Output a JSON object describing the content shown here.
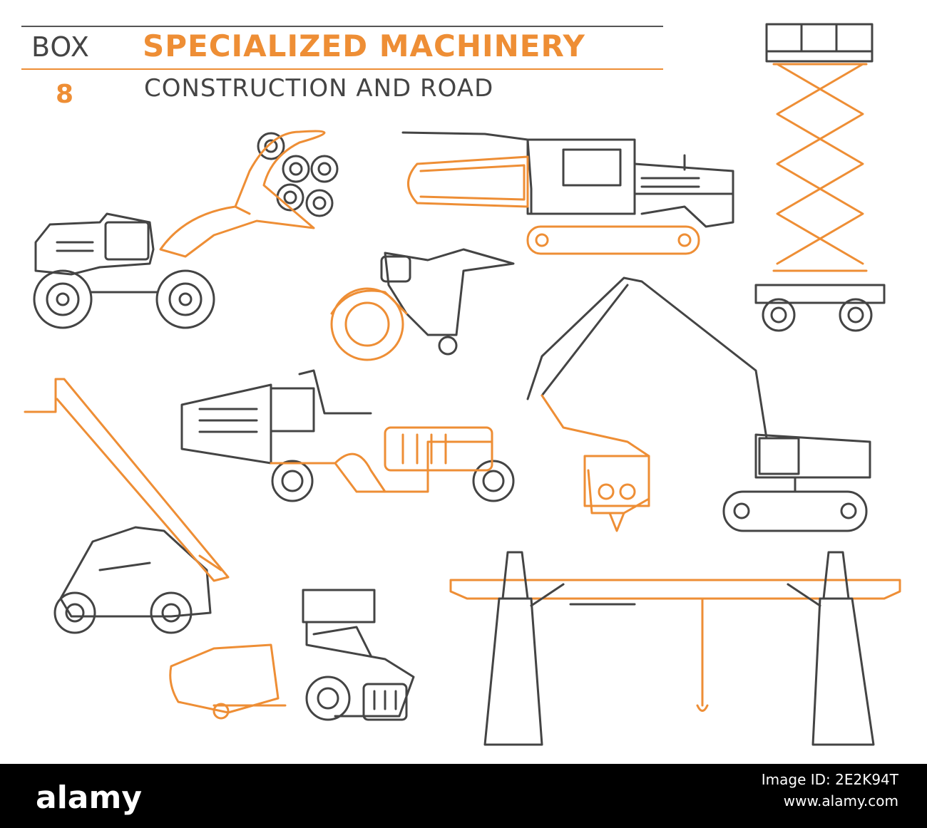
{
  "header": {
    "box_label": "BOX",
    "box_number": "8",
    "title": "SPECIALIZED MACHINERY",
    "subtitle": "CONSTRUCTION AND ROAD"
  },
  "colors": {
    "accent": "#ee8e35",
    "line": "#444444",
    "footer": "#000000"
  },
  "illustrations": [
    "timber-loader-tractor",
    "trencher-excavator",
    "scissor-lift",
    "concrete-saw",
    "pile-driver-excavator",
    "telehandler",
    "asphalt-mixer-tractor",
    "road-grader",
    "gantry-crane"
  ],
  "footer": {
    "brand": "alamy",
    "image_id": "Image ID: 2E2K94T",
    "site": "www.alamy.com"
  }
}
